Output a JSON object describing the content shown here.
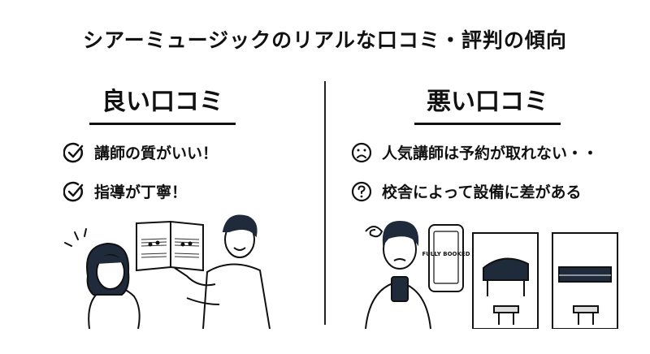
{
  "title": "シアーミュージックのリアルな口コミ・評判の傾向",
  "good": {
    "heading": "良い口コミ",
    "items": [
      {
        "icon": "check-circle-icon",
        "text": "講師の質がいい！"
      },
      {
        "icon": "check-circle-icon",
        "text": "指導が丁寧！"
      }
    ]
  },
  "bad": {
    "heading": "悪い口コミ",
    "items": [
      {
        "icon": "sad-face-icon",
        "text": "人気講師は予約が取れない・・"
      },
      {
        "icon": "question-circle-icon",
        "text": "校舎によって設備に差がある"
      }
    ]
  },
  "phone_text": "FULLY BOOKED"
}
